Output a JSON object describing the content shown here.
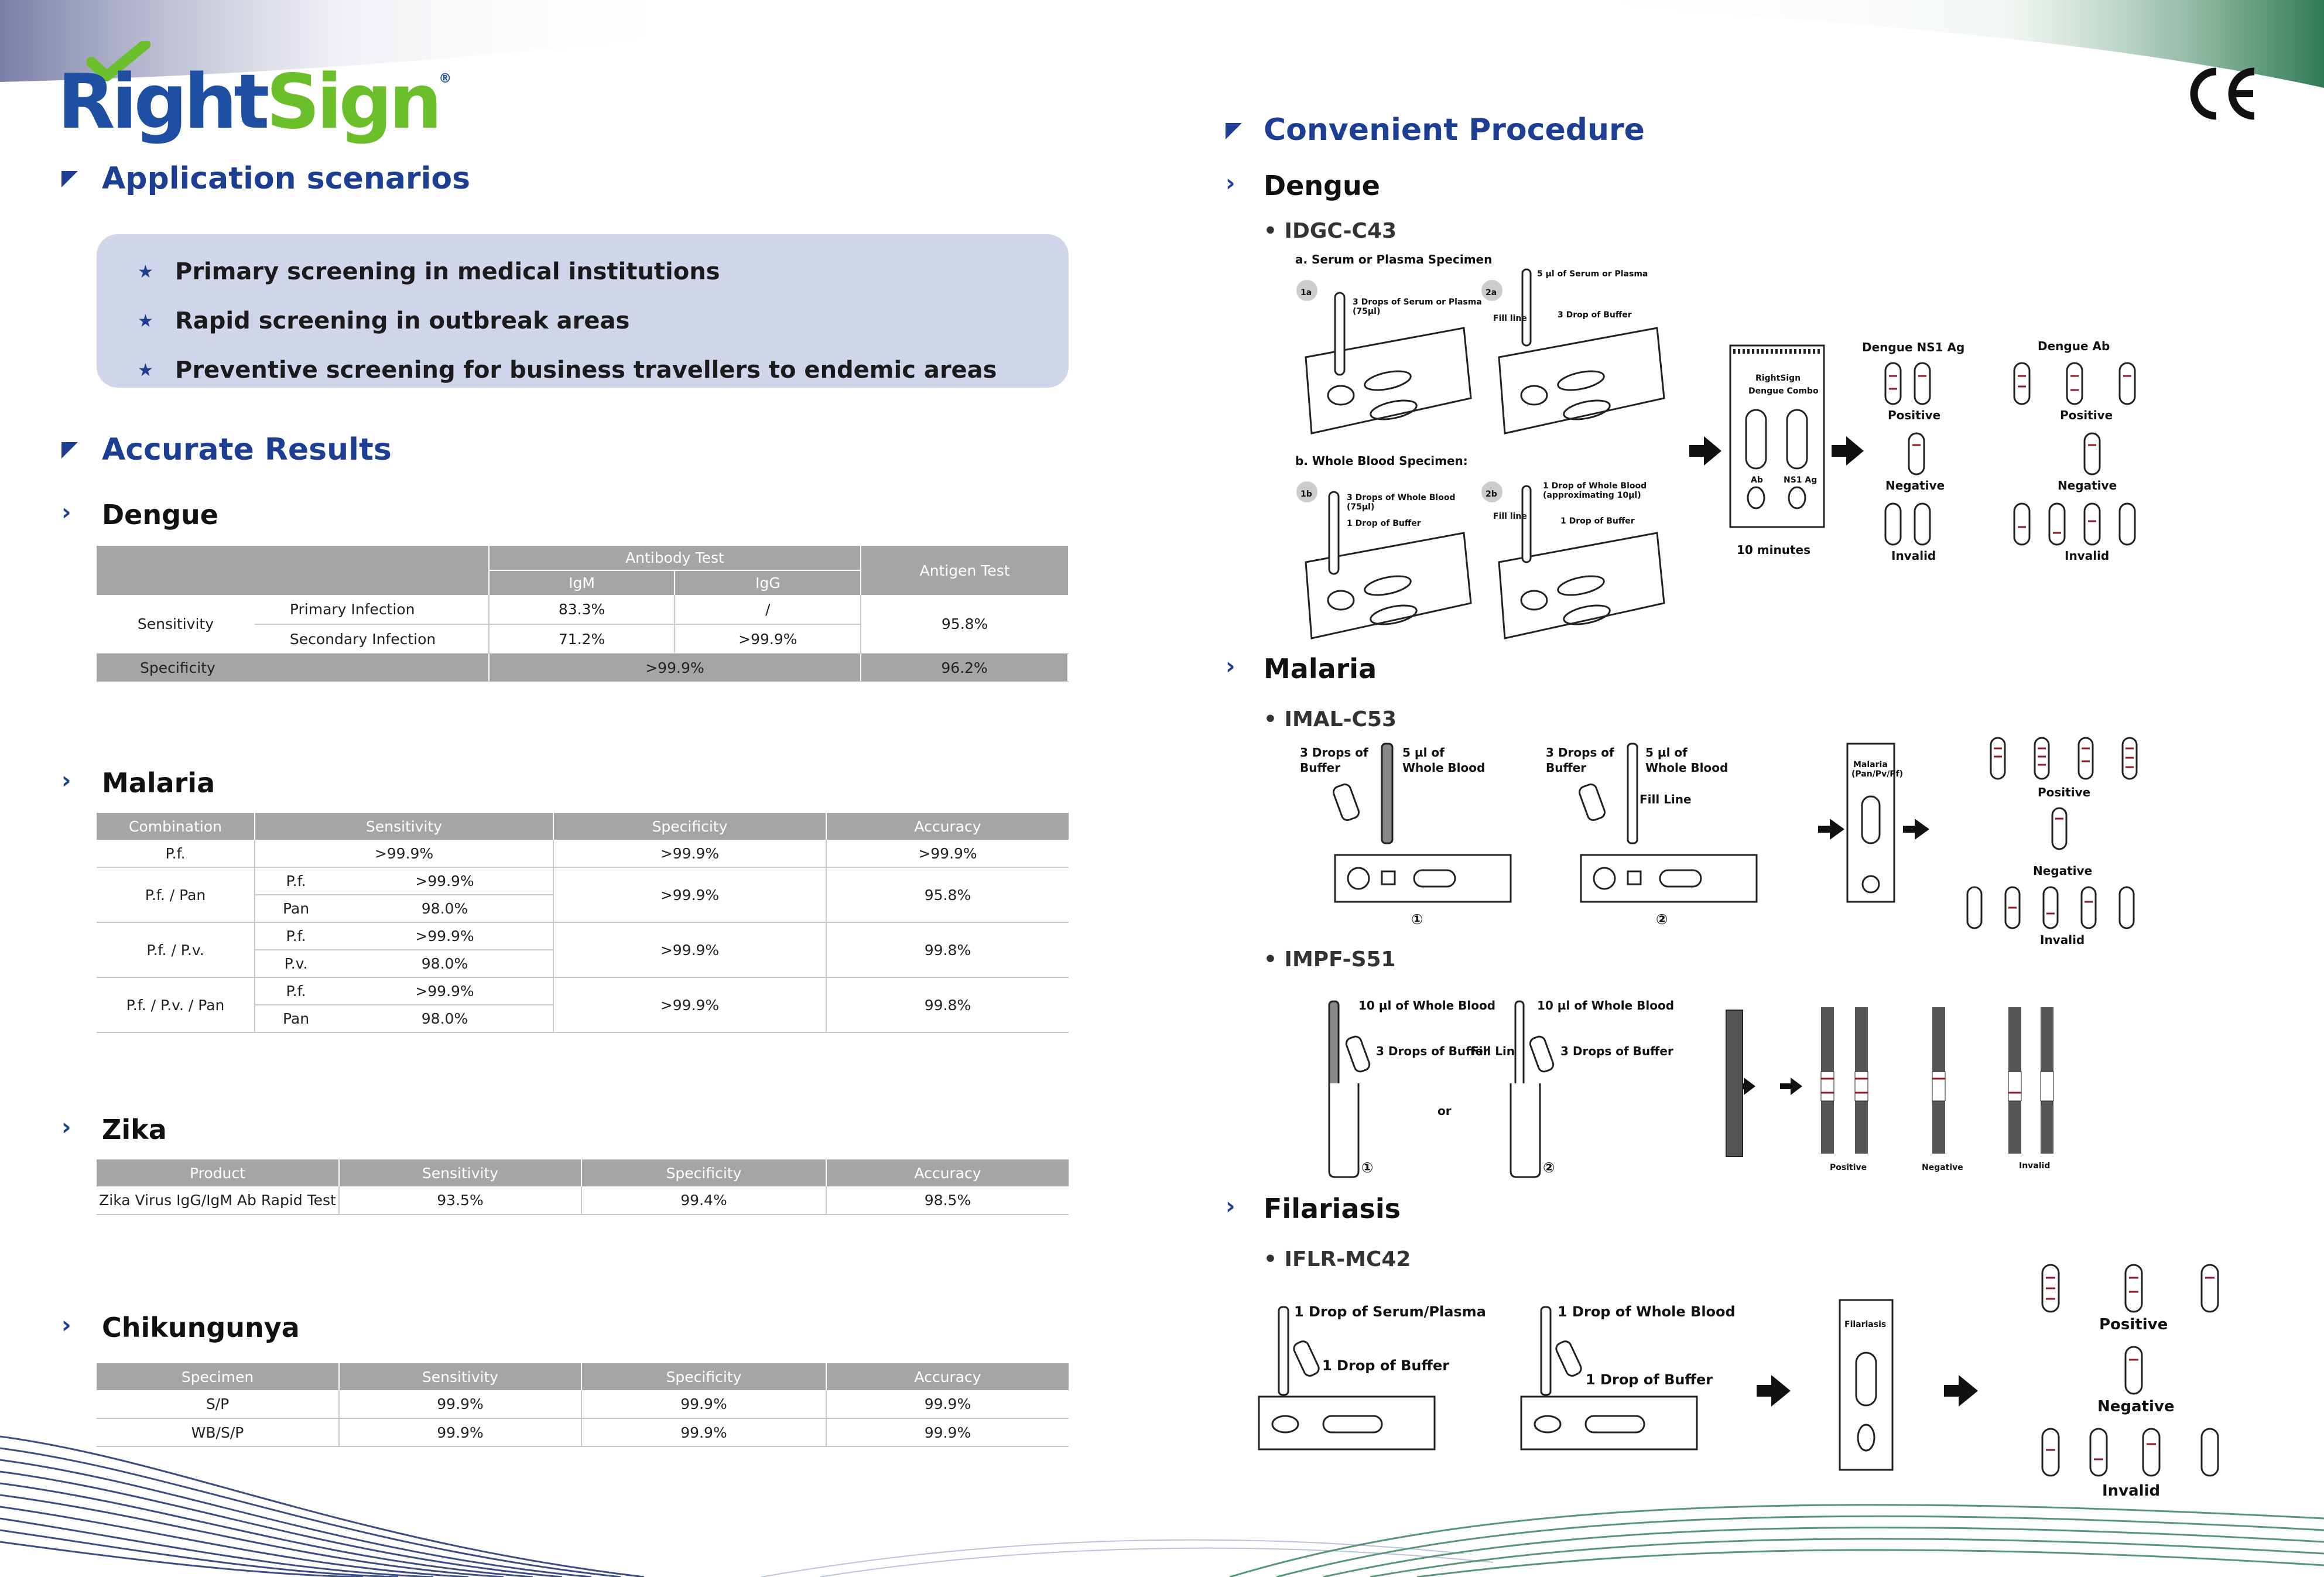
{
  "brand": {
    "logo_name": "RightSign",
    "logo_part1": "Right",
    "logo_part2": "Sign",
    "registered_mark": "®",
    "ce_mark": "CE",
    "colors": {
      "blue": "#1f4fa3",
      "green": "#6abf2a",
      "heading": "#1c3f94",
      "table_header": "#a5a5a5",
      "box": "#d0d6ea"
    }
  },
  "application": {
    "title": "Application scenarios",
    "items": [
      "Primary screening in  medical institutions",
      "Rapid screening in outbreak areas",
      "Preventive screening for business travellers to endemic areas"
    ]
  },
  "accurate": {
    "title": "Accurate Results",
    "dengue": {
      "title": "Dengue",
      "antibody_test": "Antibody Test",
      "antigen_test": "Antigen Test",
      "igm": "IgM",
      "igg": "IgG",
      "sensitivity": "Sensitivity",
      "primary": "Primary Infection",
      "secondary": "Secondary Infection",
      "specificity": "Specificity",
      "primary_igm": "83.3%",
      "primary_igg": "/",
      "secondary_igm": "71.2%",
      "secondary_igg": ">99.9%",
      "sens_antigen": "95.8%",
      "spec_antibody": ">99.9%",
      "spec_antigen": "96.2%"
    },
    "malaria": {
      "title": "Malaria",
      "headers": [
        "Combination",
        "Sensitivity",
        "Specificity",
        "Accuracy"
      ],
      "pf": {
        "combo": "P.f.",
        "sens": ">99.9%",
        "spec": ">99.9%",
        "acc": ">99.9%"
      },
      "pfpan": {
        "combo": "P.f. / Pan",
        "sub1": "P.f.",
        "sens1": ">99.9%",
        "sub2": "Pan",
        "sens2": "98.0%",
        "spec": ">99.9%",
        "acc": "95.8%"
      },
      "pfpv": {
        "combo": "P.f. / P.v.",
        "sub1": "P.f.",
        "sens1": ">99.9%",
        "sub2": "P.v.",
        "sens2": "98.0%",
        "spec": ">99.9%",
        "acc": "99.8%"
      },
      "pfpvpan": {
        "combo": "P.f. / P.v. / Pan",
        "sub1": "P.f.",
        "sens1": ">99.9%",
        "sub2": "Pan",
        "sens2": "98.0%",
        "spec": ">99.9%",
        "acc": "99.8%"
      }
    },
    "zika": {
      "title": "Zika",
      "headers": [
        "Product",
        "Sensitivity",
        "Specificity",
        "Accuracy"
      ],
      "row": [
        "Zika Virus IgG/IgM Ab Rapid Test",
        "93.5%",
        "99.4%",
        "98.5%"
      ]
    },
    "chik": {
      "title": "Chikungunya",
      "headers": [
        "Specimen",
        "Sensitivity",
        "Specificity",
        "Accuracy"
      ],
      "rows": [
        [
          "S/P",
          "99.9%",
          "99.9%",
          "99.9%"
        ],
        [
          "WB/S/P",
          "99.9%",
          "99.9%",
          "99.9%"
        ]
      ]
    }
  },
  "procedure": {
    "title": "Convenient Procedure",
    "dengue": {
      "title": "Dengue",
      "code": "IDGC-C43",
      "serum_title": "a. Serum or Plasma Specimen",
      "blood_title": "b. Whole Blood Specimen:",
      "step_1a": "1a",
      "step_2a": "2a",
      "step_1b": "1b",
      "step_2b": "2b",
      "drops_serum": "3 Drops of Serum or Plasma",
      "drops_serum_vol": "(75µl)",
      "ul_serum": "5 µl of Serum or Plasma",
      "drop_buffer_3": "3 Drop of Buffer",
      "fill_line": "Fill line",
      "drops_blood": "3 Drops of Whole Blood",
      "drops_blood_vol": "(75µl)",
      "drop_buffer_1": "1 Drop of Buffer",
      "one_drop_blood": "1 Drop of Whole Blood",
      "one_drop_blood_vol": "(approximating 10µl)",
      "device_brand": "RightSign",
      "device_name": "Dengue Combo",
      "device_ab": "Ab",
      "device_ns1": "NS1 Ag",
      "time": "10 minutes",
      "ns1_title": "Dengue NS1 Ag",
      "ab_title": "Dengue Ab",
      "positive": "Positive",
      "negative": "Negative",
      "invalid": "Invalid"
    },
    "malaria": {
      "title": "Malaria",
      "code1": "IMAL-C53",
      "drops_buffer": "3 Drops of",
      "buffer": "Buffer",
      "ul_blood": "5 µl of",
      "whole_blood": "Whole Blood",
      "fill_line": "Fill Line",
      "step1": "①",
      "step2": "②",
      "device_name": "Malaria",
      "device_sub": "(Pan/Pv/Pf)",
      "positive": "Positive",
      "negative": "Negative",
      "invalid": "Invalid",
      "code2": "IMPF-S51",
      "ul10_blood": "10 µl of Whole Blood",
      "drops3_buffer": "3 Drops of Buffer",
      "fill_line2": "Fill Line",
      "or": "or"
    },
    "filariasis": {
      "title": "Filariasis",
      "code": "IFLR-MC42",
      "drop_serum": "1 Drop of Serum/Plasma",
      "drop_buffer": "1 Drop of Buffer",
      "drop_blood": "1 Drop of Whole Blood",
      "device_name": "Filariasis",
      "positive": "Positive",
      "negative": "Negative",
      "invalid": "Invalid"
    }
  }
}
